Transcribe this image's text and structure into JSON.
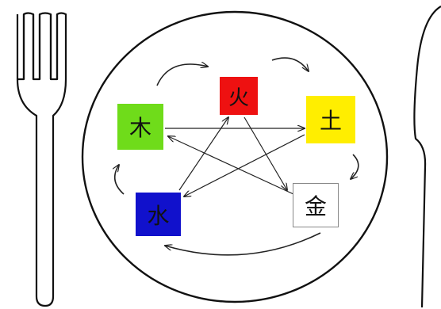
{
  "elements": {
    "wood": {
      "label": "木",
      "color": "#6fdc1a"
    },
    "fire": {
      "label": "火",
      "color": "#ee1111"
    },
    "earth": {
      "label": "土",
      "color": "#ffee00"
    },
    "metal": {
      "label": "金",
      "color": "#ffffff"
    },
    "water": {
      "label": "水",
      "color": "#1111cc"
    }
  },
  "cycles": {
    "generating": [
      "wood",
      "fire",
      "earth",
      "metal",
      "water"
    ],
    "overcoming": [
      [
        "wood",
        "earth"
      ],
      [
        "earth",
        "water"
      ],
      [
        "water",
        "fire"
      ],
      [
        "fire",
        "metal"
      ],
      [
        "metal",
        "wood"
      ]
    ]
  },
  "tableware": [
    "fork-icon",
    "plate-icon",
    "knife-icon"
  ]
}
